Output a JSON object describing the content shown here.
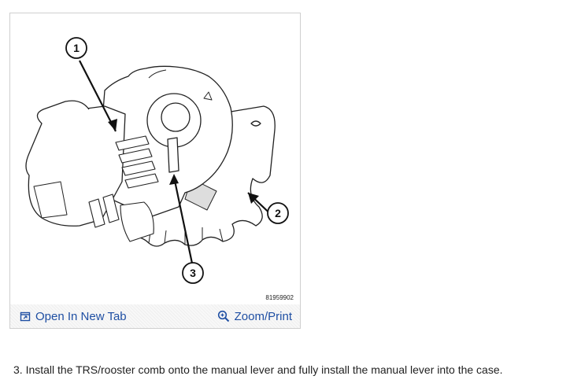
{
  "figure": {
    "callouts": [
      "1",
      "2",
      "3"
    ],
    "figure_id": "81959902"
  },
  "toolbar": {
    "open_tab_label": "Open In New Tab",
    "zoom_label": "Zoom/Print",
    "open_tab_icon": "open-in-new-tab-icon",
    "zoom_icon": "magnifier-icon",
    "link_color": "#1f4fa3"
  },
  "instruction": {
    "text": "3. Install the TRS/rooster comb onto the manual lever and fully install the manual lever into the case."
  }
}
